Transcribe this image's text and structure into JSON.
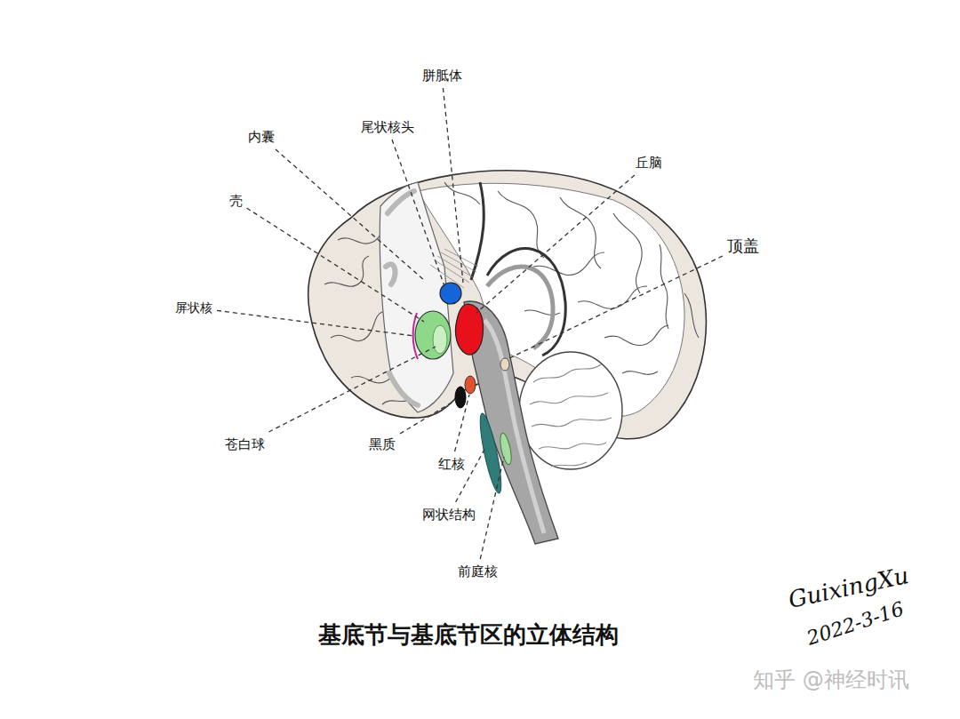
{
  "diagram": {
    "title": "基底节与基底节区的立体结构",
    "labels": [
      "胼胝体",
      "尾状核头",
      "内囊",
      "丘脑",
      "壳",
      "顶盖",
      "屏状核",
      "苍白球",
      "黑质",
      "红核",
      "网状结构",
      "前庭核",
      "GuixingXu",
      "2022-3-16",
      "知乎 @神经时讯"
    ]
  }
}
